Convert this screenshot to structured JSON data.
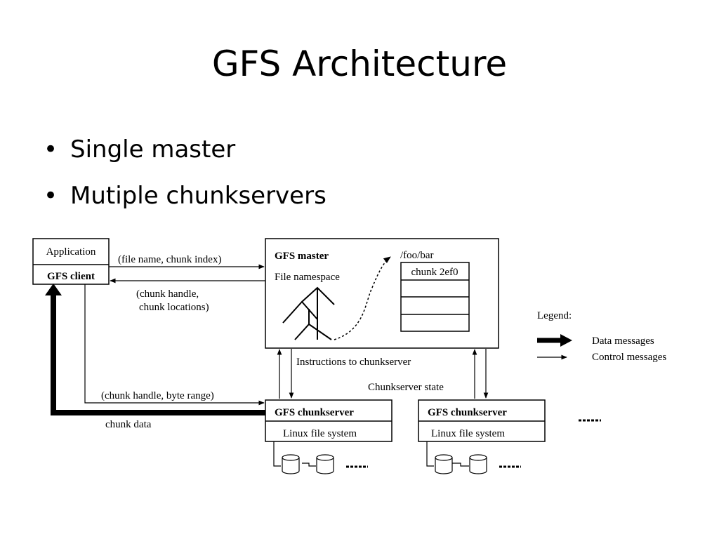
{
  "slide": {
    "title": "GFS Architecture",
    "bullets": [
      "Single master",
      "Mutiple chunkservers"
    ]
  },
  "diagram": {
    "client": {
      "app_label": "Application",
      "client_label": "GFS client"
    },
    "master": {
      "title": "GFS master",
      "namespace_label": "File namespace",
      "path": "/foo/bar",
      "chunk_label": "chunk 2ef0"
    },
    "messages": {
      "request": "(file name, chunk index)",
      "response_line1": "(chunk handle,",
      "response_line2": "chunk locations)",
      "instructions": "Instructions to chunkserver",
      "state": "Chunkserver state",
      "byte_range": "(chunk handle, byte range)",
      "chunk_data": "chunk data"
    },
    "chunkservers": [
      {
        "title": "GFS chunkserver",
        "fs_label": "Linux file system"
      },
      {
        "title": "GFS chunkserver",
        "fs_label": "Linux file system"
      }
    ],
    "legend": {
      "title": "Legend:",
      "data": "Data messages",
      "control": "Control messages"
    }
  }
}
